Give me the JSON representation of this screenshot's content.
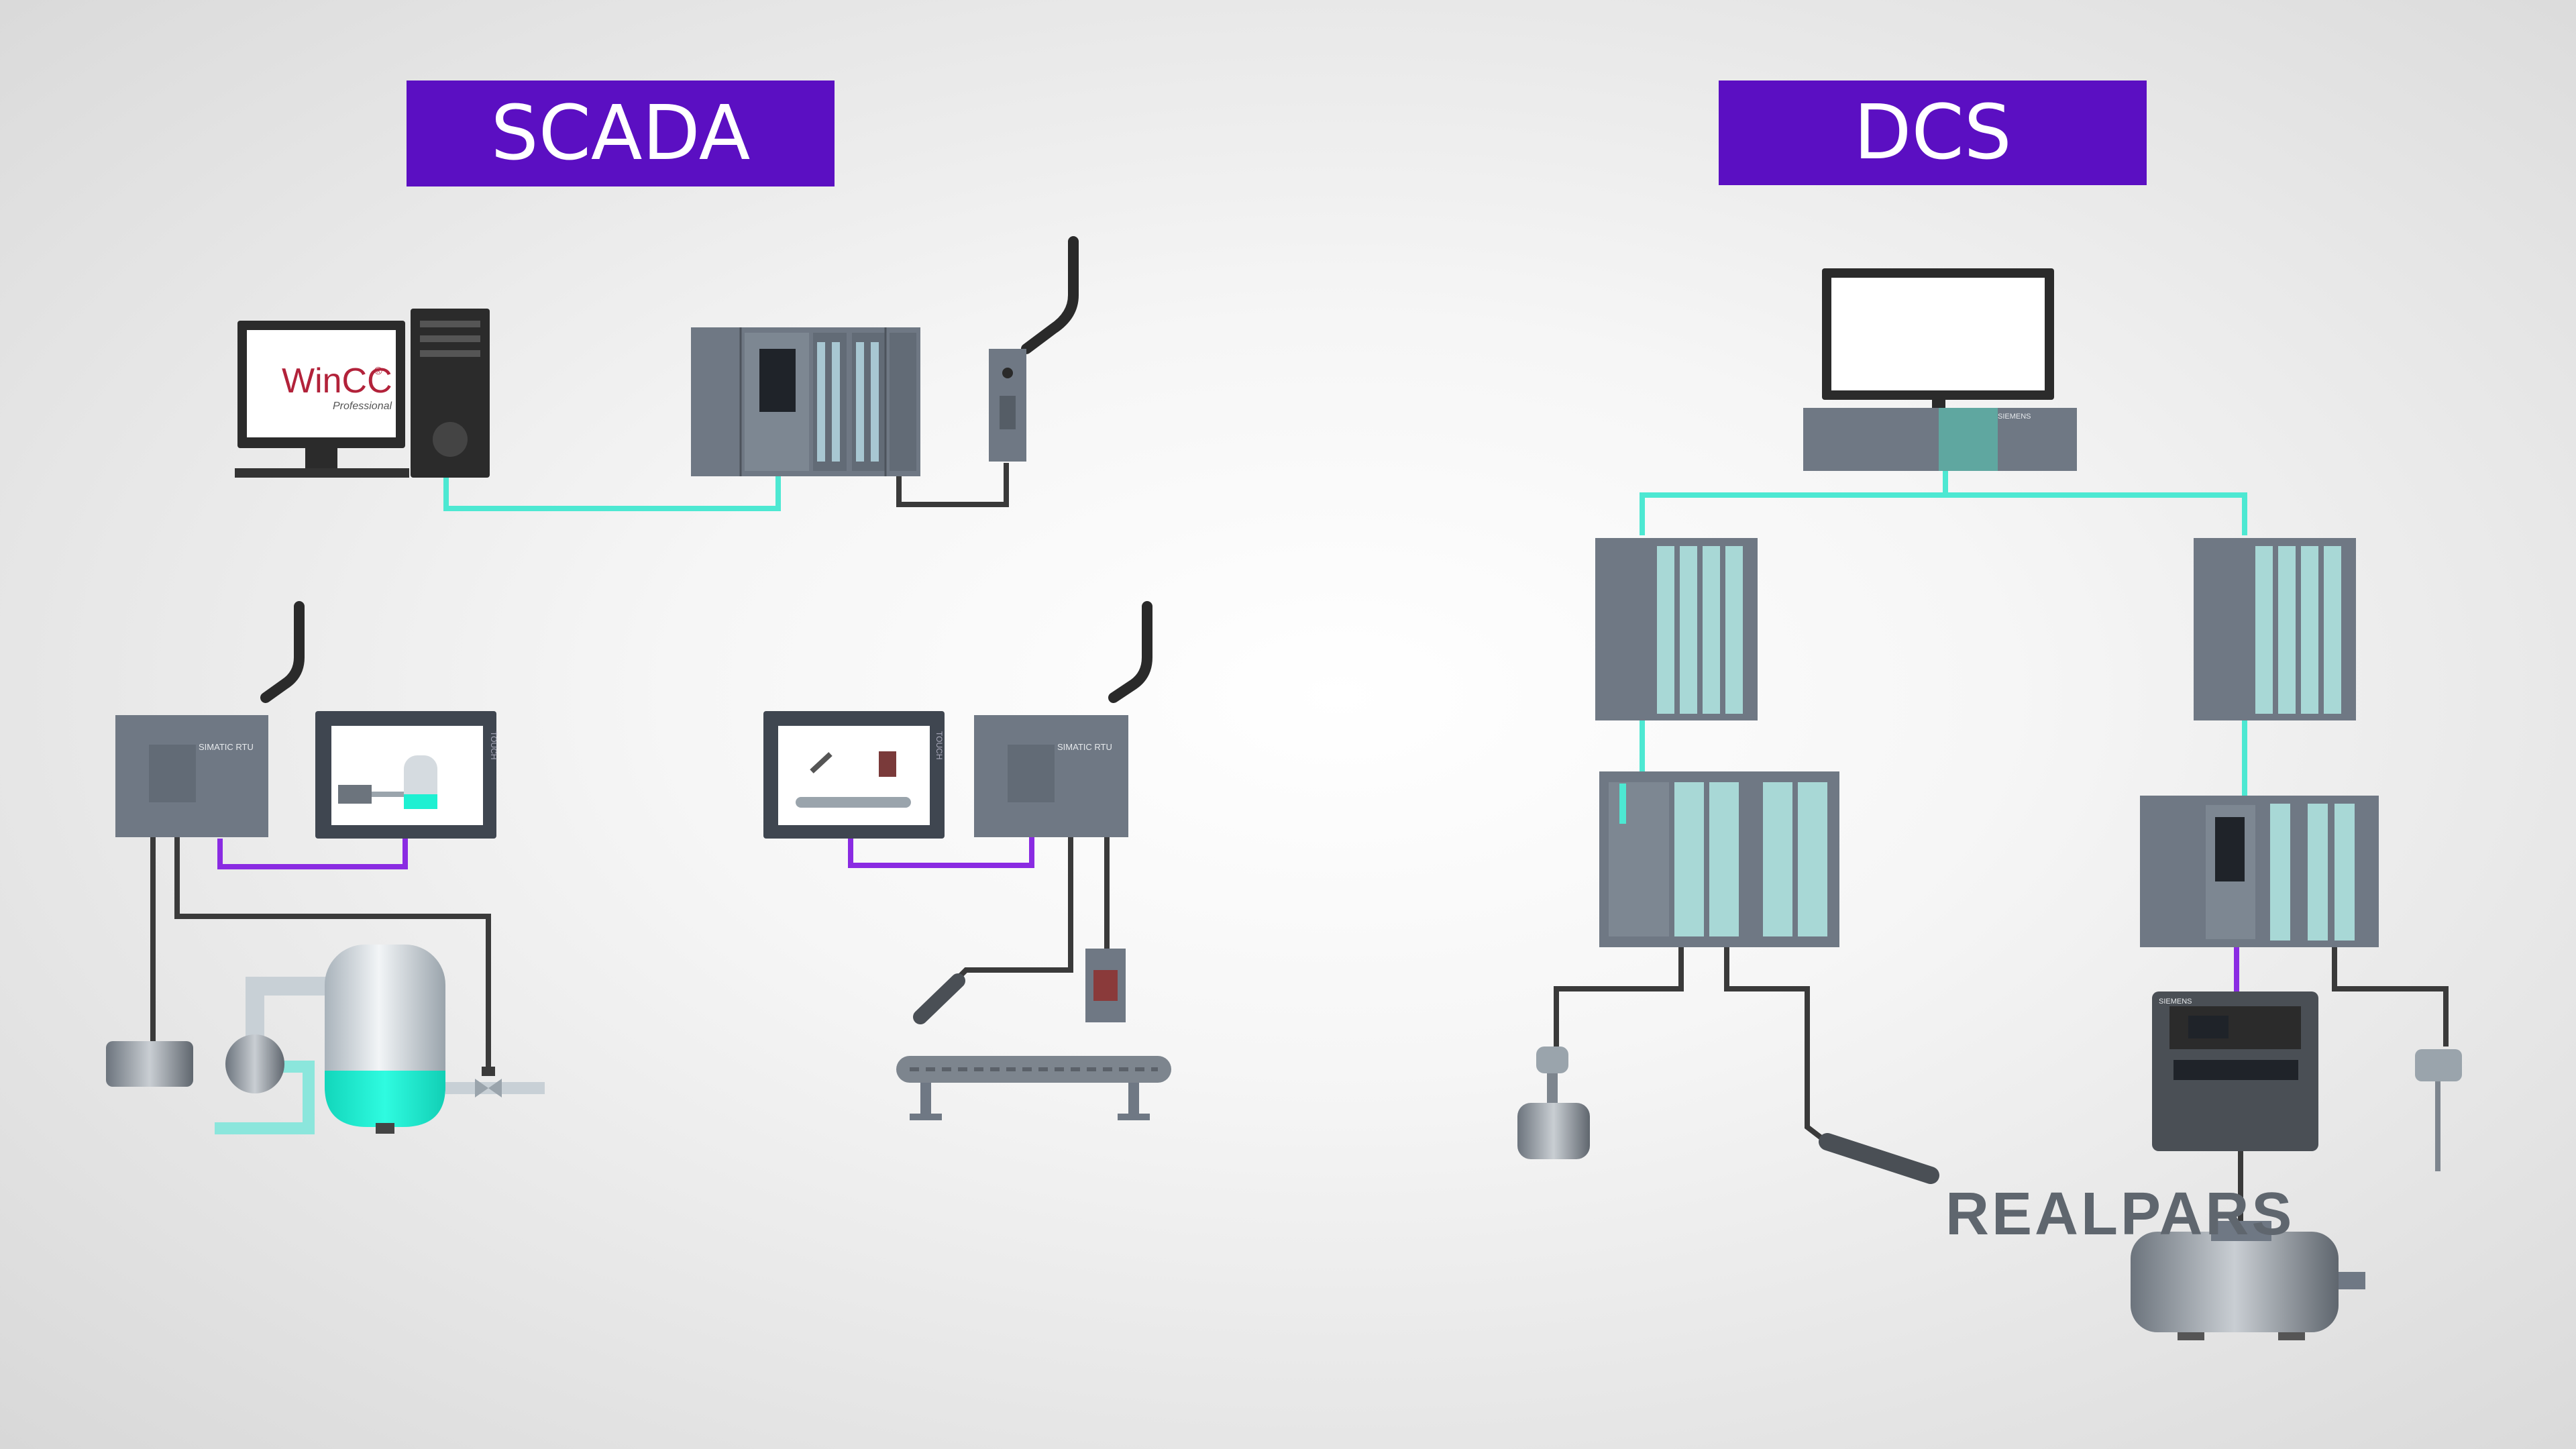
{
  "titles": {
    "scada": "SCADA",
    "dcs": "DCS"
  },
  "devices": {
    "wincc_brand": "WinCC",
    "wincc_registered": "®",
    "wincc_edition": "Professional",
    "rtu_label": "SIMATIC RTU",
    "hmi_side_label": "TOUCH",
    "siemens_label": "SIEMENS"
  },
  "logo": {
    "text": "REALPARS"
  },
  "colors": {
    "title_bg": "#5b0fc2",
    "network_cyan": "#4de8d2",
    "network_purple": "#8a2be2",
    "device_gray": "#6f7884",
    "cable_dark": "#3a3a3a",
    "tank_fluid": "#1ef0d2"
  }
}
